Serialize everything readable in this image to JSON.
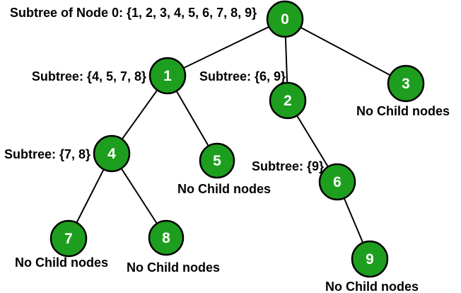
{
  "tree": {
    "colors": {
      "node_fill": "#1e9e1e",
      "node_stroke": "#000000",
      "edge": "#000000",
      "node_text": "#ffffff",
      "label_text": "#000000",
      "background": "#ffffff"
    },
    "nodes": [
      {
        "value": "0"
      },
      {
        "value": "1"
      },
      {
        "value": "2"
      },
      {
        "value": "3"
      },
      {
        "value": "4"
      },
      {
        "value": "5"
      },
      {
        "value": "6"
      },
      {
        "value": "7"
      },
      {
        "value": "8"
      },
      {
        "value": "9"
      }
    ],
    "edges": [
      {
        "from": "0",
        "to": "1"
      },
      {
        "from": "0",
        "to": "2"
      },
      {
        "from": "0",
        "to": "3"
      },
      {
        "from": "1",
        "to": "4"
      },
      {
        "from": "1",
        "to": "5"
      },
      {
        "from": "2",
        "to": "6"
      },
      {
        "from": "4",
        "to": "7"
      },
      {
        "from": "4",
        "to": "8"
      },
      {
        "from": "6",
        "to": "9"
      }
    ],
    "annotations": {
      "node_0": "Subtree of Node 0: {1, 2, 3, 4, 5, 6, 7, 8, 9}",
      "node_1": "Subtree: {4, 5, 7, 8}",
      "node_2": "Subtree: {6, 9}",
      "node_3": "No Child nodes",
      "node_4": "Subtree: {7, 8}",
      "node_5": "No Child nodes",
      "node_6": "Subtree: {9}",
      "node_7": "No Child nodes",
      "node_8": "No Child nodes",
      "node_9": "No Child nodes"
    }
  }
}
